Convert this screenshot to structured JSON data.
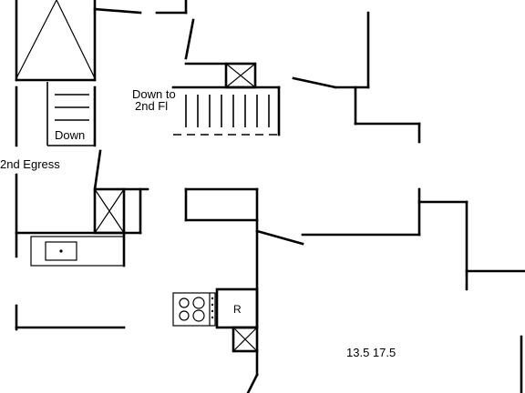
{
  "labels": {
    "down_to_1": "Down to",
    "down_to_2": "2nd Fl",
    "down": "Down",
    "egress": "2nd Egress",
    "refrigerator": "R",
    "room_dims": "13.5 17.5"
  }
}
